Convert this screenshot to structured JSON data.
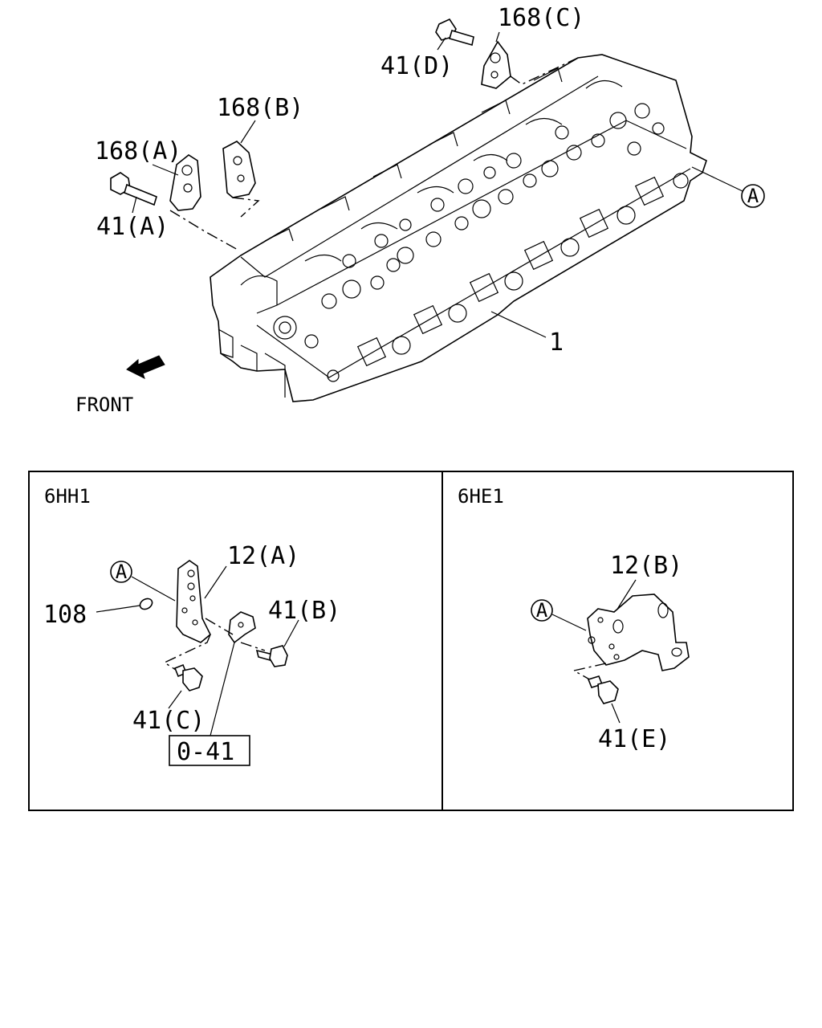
{
  "main_view": {
    "labels": {
      "p168c": "168(C)",
      "p41d": "41(D)",
      "p168b": "168(B)",
      "p168a": "168(A)",
      "p41a": "41(A)",
      "pA": "A",
      "p1": "1",
      "front": "FRONT"
    }
  },
  "panels": [
    {
      "title": "6HH1",
      "labels": {
        "pA": "A",
        "p12a": "12(A)",
        "p108": "108",
        "p41b": "41(B)",
        "p41c": "41(C)",
        "ref": "0-41"
      }
    },
    {
      "title": "6HE1",
      "labels": {
        "p12b": "12(B)",
        "pA": "A",
        "p41e": "41(E)"
      }
    }
  ]
}
